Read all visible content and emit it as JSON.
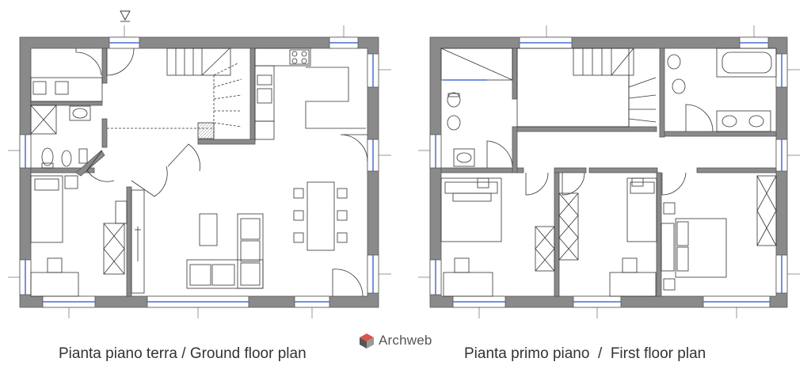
{
  "captions": {
    "ground": "Pianta piano terra / Ground floor plan",
    "first": "Pianta primo piano  /  First floor plan"
  },
  "logo": {
    "text": "Archweb",
    "icon": "cube-logo-icon"
  },
  "colors": {
    "wall": "#888888",
    "line": "#333333",
    "window": "#4a6fd0",
    "background": "#ffffff"
  }
}
